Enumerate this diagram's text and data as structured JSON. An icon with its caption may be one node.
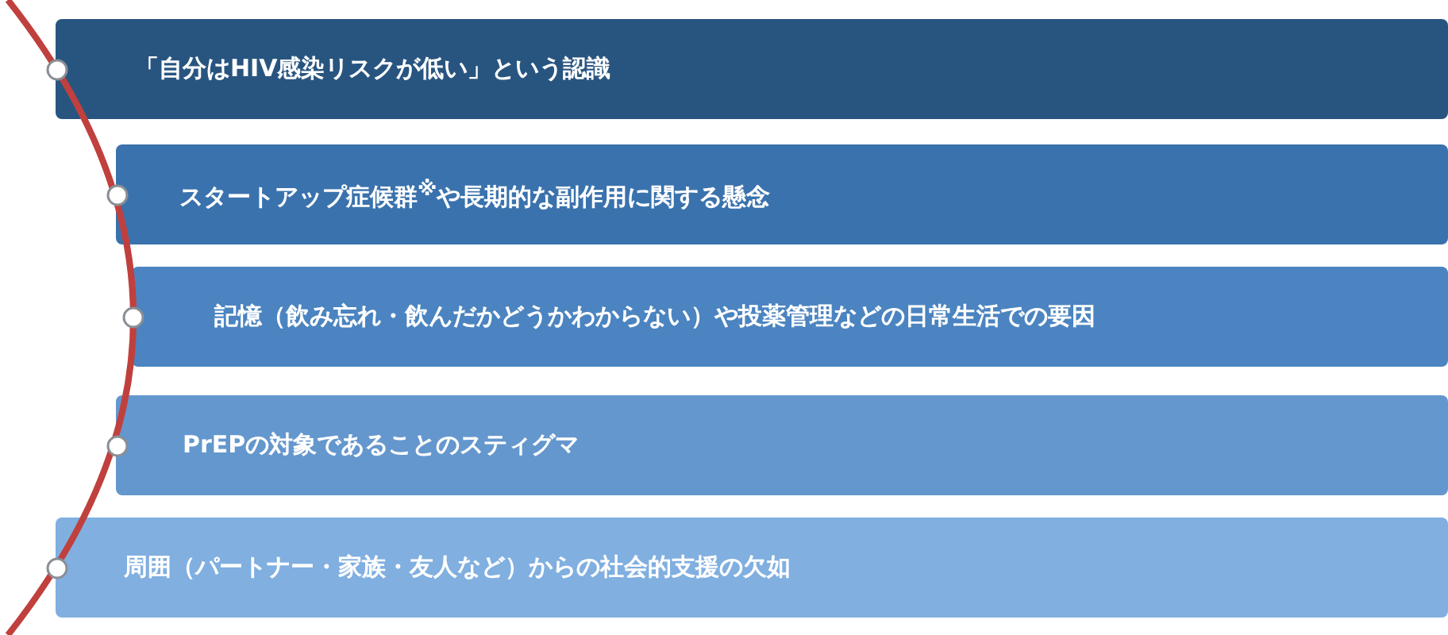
{
  "diagram": {
    "nodes": [
      {
        "text": [
          "「自分はHIV感染リスクが低い」という認識"
        ]
      },
      {
        "text": [
          "スタートアップ症候群$^{※}$や長期的な副作用に関する懸念"
        ]
      },
      {
        "text": [
          "記憶（飲み忘れ・飲んだかどうかわからない）や投薬管理などの日常生活での要因"
        ]
      },
      {
        "text": [
          "PrEPの対象であることのスティグマ"
        ]
      },
      {
        "text": [
          "周囲（パートナー・家族・友人など）からの社会的支援の欠如"
        ]
      }
    ]
  }
}
